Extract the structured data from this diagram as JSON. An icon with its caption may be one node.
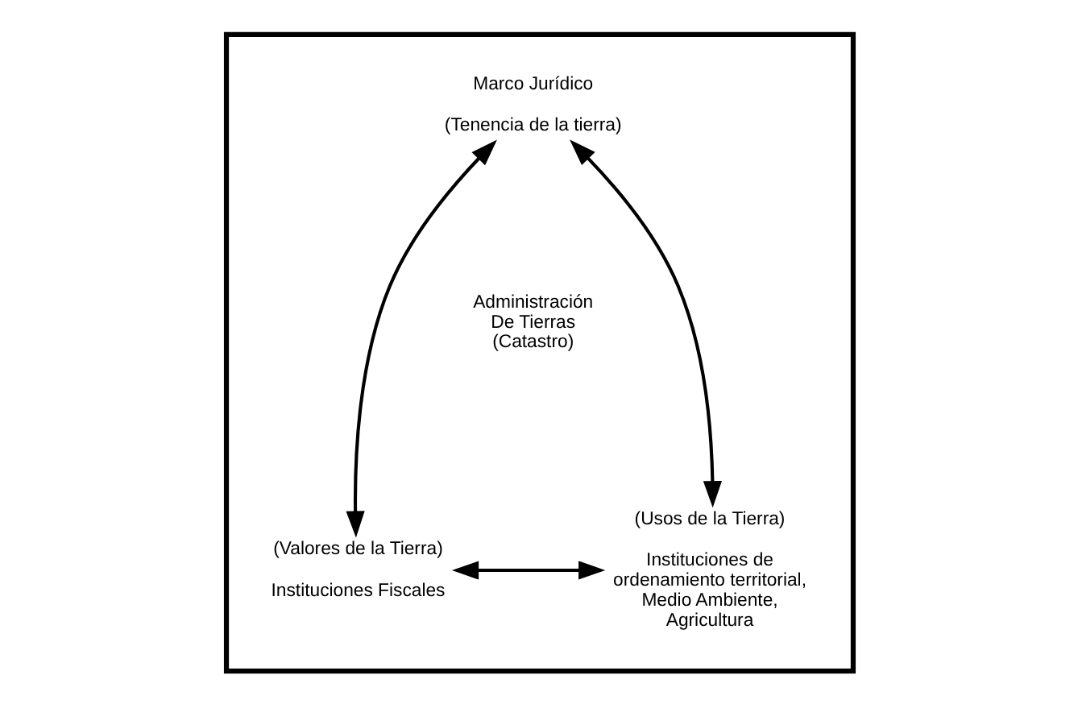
{
  "diagram": {
    "nodes": [
      {
        "text": [],
        "shape": "box"
      },
      {
        "text": [
          "Marco Jurídico",
          "(Tenencia de la tierra)"
        ],
        "in": 0
      },
      {
        "text": [
          "(Valores de la Tierra)",
          "Instituciones Fiscales"
        ],
        "in": 0
      },
      {
        "text": [
          "(Usos de la Tierra)",
          "Instituciones de ordenamiento territorial, Medio Ambiente, Agricultura"
        ],
        "in": 0
      }
    ],
    "edges": [
      {
        "from": 1,
        "to": 2,
        "arrow": "both"
      },
      {
        "from": 1,
        "to": 3,
        "arrow": "both"
      },
      {
        "from": 2,
        "to": 3,
        "arrow": "both"
      }
    ],
    "labels": [
      "Administración De Tierras (Catastro)"
    ]
  }
}
